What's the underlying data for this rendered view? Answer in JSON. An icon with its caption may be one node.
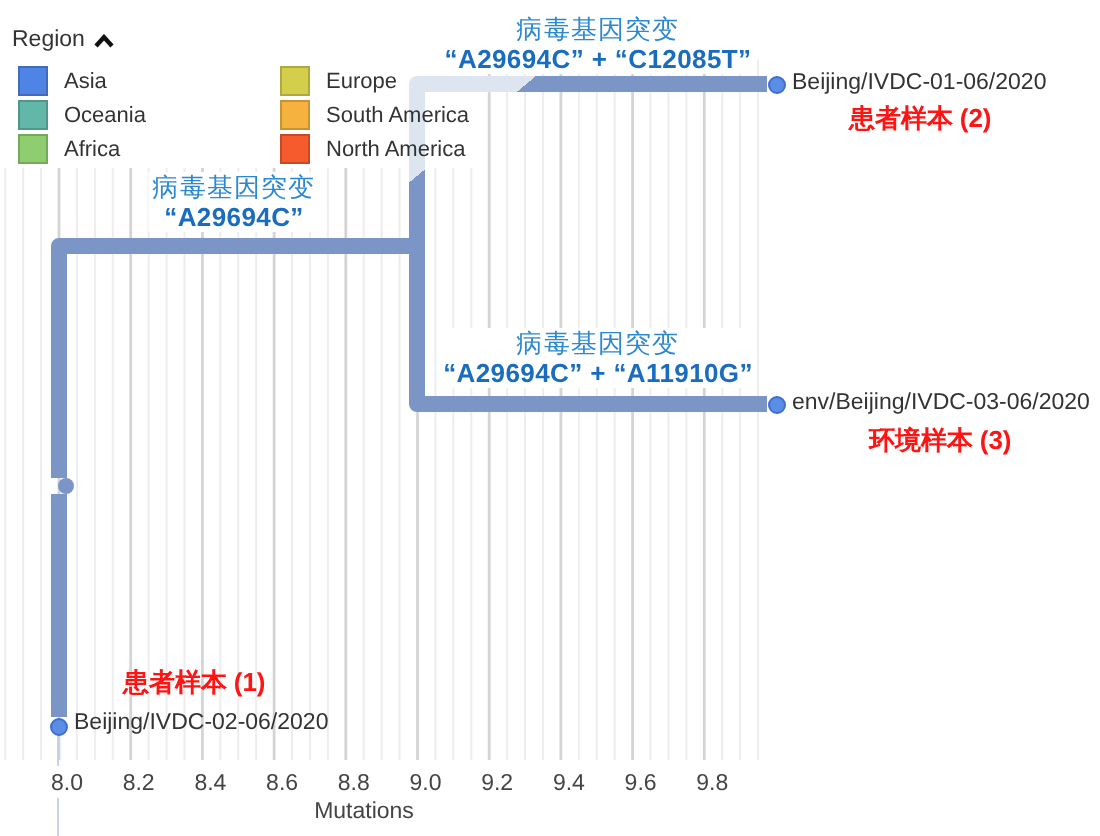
{
  "diagram": {
    "nodes": [
      {
        "text": [],
        "shape": "circle",
        "beside": [
          "Beijing/IVDC-01-06/2020",
          "患者样本 (2)"
        ]
      },
      {
        "text": [],
        "shape": "circle",
        "beside": [
          "env/Beijing/IVDC-03-06/2020",
          "环境样本 (3)"
        ]
      },
      {
        "text": [],
        "shape": "circle"
      },
      {
        "text": [],
        "shape": "circle",
        "beside": [
          "患者样本 (1)",
          "Beijing/IVDC-02-06/2020"
        ]
      }
    ],
    "edges": [
      {
        "from": 2,
        "to": 0,
        "arrow": "none",
        "label": "病毒基因突变 **“A29694C” + “C12085T”**"
      },
      {
        "from": 2,
        "to": 1,
        "arrow": "none",
        "label": "病毒基因突变 **“A29694C” + “A11910G”**"
      },
      {
        "from": 2,
        "to": 3,
        "arrow": "none"
      }
    ],
    "labels": [
      "Region",
      "病毒基因突变 **“A29694C”**",
      "8.0",
      "8.2",
      "8.4",
      "8.6",
      "8.8",
      "9.0",
      "9.2",
      "9.4",
      "9.6",
      "9.8",
      "Mutations"
    ],
    "legend": [
      {
        "text": "Asia",
        "color": "#4f84e4"
      },
      {
        "text": "Oceania",
        "color": "#63b7a8"
      },
      {
        "text": "Africa",
        "color": "#8ecd70"
      },
      {
        "text": "Europe",
        "color": "#d4cf4b"
      },
      {
        "text": "South America",
        "color": "#f6b23f"
      },
      {
        "text": "North America",
        "color": "#f55b2c"
      }
    ]
  }
}
